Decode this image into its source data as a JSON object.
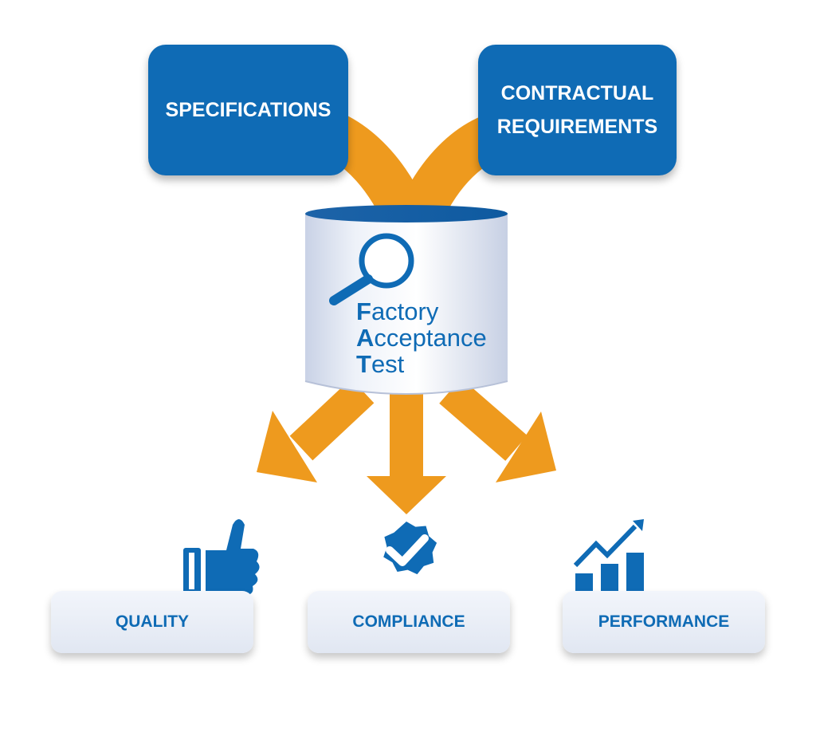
{
  "inputs": {
    "specifications": "SPECIFICATIONS",
    "contractual_line1": "CONTRACTUAL",
    "contractual_line2": "REQUIREMENTS"
  },
  "center": {
    "icon": "magnifier-icon",
    "lines": [
      {
        "initial": "F",
        "rest": "actory"
      },
      {
        "initial": "A",
        "rest": "cceptance"
      },
      {
        "initial": "T",
        "rest": "est"
      }
    ]
  },
  "outputs": [
    {
      "label": "QUALITY",
      "icon": "thumbs-up-icon"
    },
    {
      "label": "COMPLIANCE",
      "icon": "verified-badge-icon"
    },
    {
      "label": "PERFORMANCE",
      "icon": "growth-chart-icon"
    }
  ],
  "colors": {
    "primary_blue": "#0f6bb5",
    "arrow_orange": "#ee9a1e",
    "output_box": "#e6ebf4"
  }
}
